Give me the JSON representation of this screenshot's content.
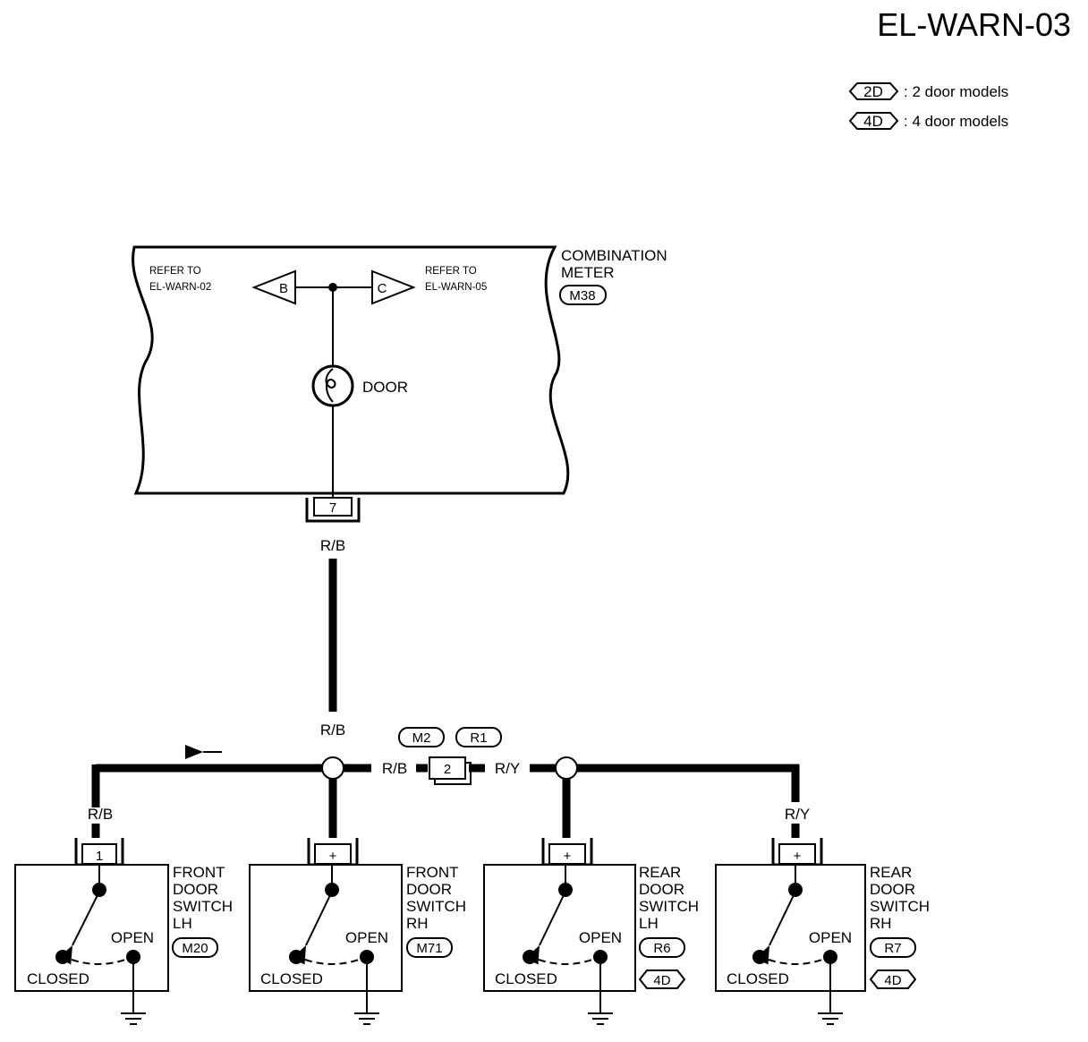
{
  "page_id": "EL-WARN-03",
  "legend": [
    {
      "code": "2D",
      "text": ": 2 door models"
    },
    {
      "code": "4D",
      "text": ": 4 door models"
    }
  ],
  "meter": {
    "name_line1": "COMBINATION",
    "name_line2": "METER",
    "connector": "M38",
    "ref_left_1": "REFER TO",
    "ref_left_2": "EL-WARN-02",
    "ref_left_letter": "B",
    "ref_right_1": "REFER TO",
    "ref_right_2": "EL-WARN-05",
    "ref_right_letter": "C",
    "lamp_label": "DOOR",
    "pin": "7"
  },
  "wires": {
    "main": "R/B",
    "junction": "R/B",
    "to_connector": "R/B",
    "after_connector": "R/Y",
    "left_branch": "R/B",
    "right_branch": "R/Y"
  },
  "joint_connector": {
    "pin": "2",
    "left_id": "M2",
    "right_id": "R1"
  },
  "switches": [
    {
      "l1": "FRONT",
      "l2": "DOOR",
      "l3": "SWITCH",
      "l4": "LH",
      "connector": "M20",
      "pin": "1",
      "open": "OPEN",
      "closed": "CLOSED",
      "model": ""
    },
    {
      "l1": "FRONT",
      "l2": "DOOR",
      "l3": "SWITCH",
      "l4": "RH",
      "connector": "M71",
      "pin": "+",
      "open": "OPEN",
      "closed": "CLOSED",
      "model": ""
    },
    {
      "l1": "REAR",
      "l2": "DOOR",
      "l3": "SWITCH",
      "l4": "LH",
      "connector": "R6",
      "pin": "+",
      "open": "OPEN",
      "closed": "CLOSED",
      "model": "4D"
    },
    {
      "l1": "REAR",
      "l2": "DOOR",
      "l3": "SWITCH",
      "l4": "RH",
      "connector": "R7",
      "pin": "+",
      "open": "OPEN",
      "closed": "CLOSED",
      "model": "4D"
    }
  ]
}
